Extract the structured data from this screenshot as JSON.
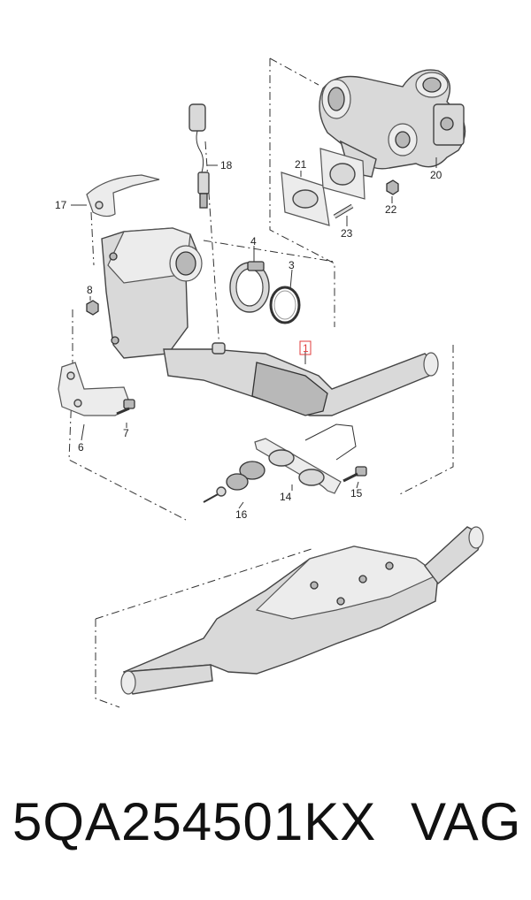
{
  "callouts": {
    "c1": "1",
    "c3": "3",
    "c4": "4",
    "c6": "6",
    "c7": "7",
    "c8": "8",
    "c14": "14",
    "c15": "15",
    "c16": "16",
    "c17": "17",
    "c18": "18",
    "c20": "20",
    "c21": "21",
    "c22": "22",
    "c23": "23"
  },
  "footer": {
    "part_number": "5QA254501KX",
    "brand": "VAG"
  },
  "colors": {
    "highlight": "#e03b3b",
    "line": "#333333"
  }
}
